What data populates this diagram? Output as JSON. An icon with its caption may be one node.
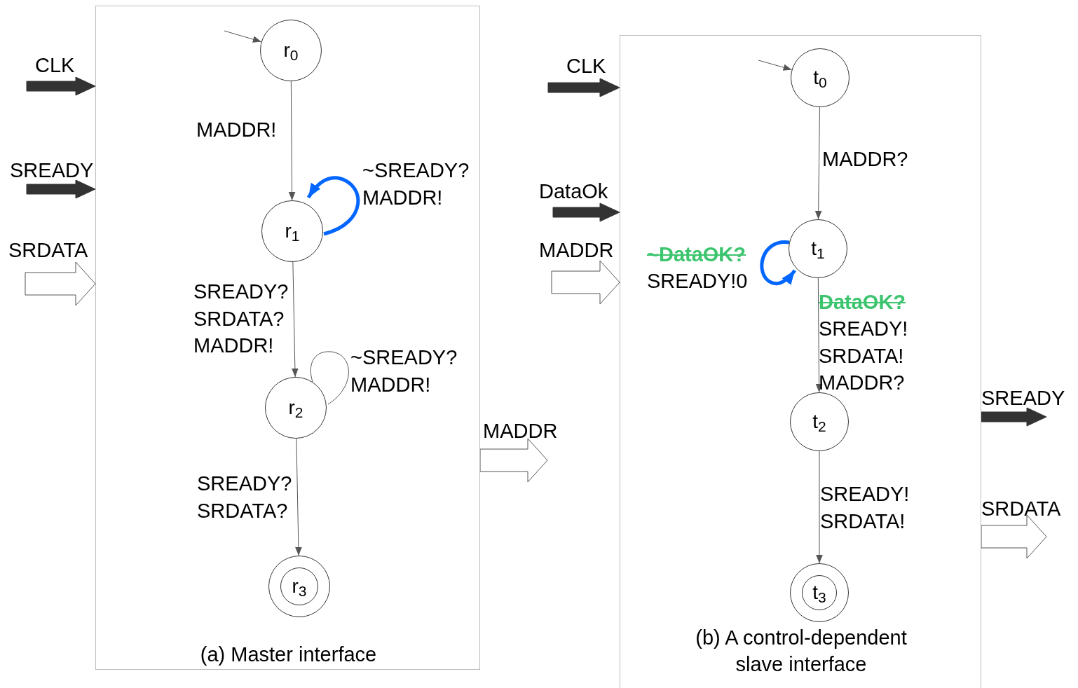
{
  "diagram": {
    "nodes": [
      {
        "text": [
          "(a) Master interface"
        ]
      },
      {
        "text": [
          "r$_{0}$"
        ],
        "in": 0
      },
      {
        "text": [
          "r$_{1}$"
        ],
        "in": 0
      },
      {
        "text": [
          "r$_{2}$"
        ],
        "in": 0
      },
      {
        "text": [
          "r$_{3}$"
        ],
        "in": 0
      },
      {
        "text": [
          "(b) A control-dependent slave interface"
        ]
      },
      {
        "text": [
          "t$_{0}$"
        ],
        "in": 5
      },
      {
        "text": [
          "t$_{1}$"
        ],
        "in": 5
      },
      {
        "text": [
          "t$_{2}$"
        ],
        "in": 5
      },
      {
        "text": [
          "t$_{3}$"
        ],
        "in": 5
      }
    ],
    "edges": [
      {
        "from": null,
        "to": 1,
        "arrow": "to"
      },
      {
        "from": 1,
        "to": 2,
        "arrow": "to",
        "label": "MADDR!"
      },
      {
        "from": 2,
        "to": 2,
        "arrow": "to",
        "label": "~SREADY? MADDR!",
        "style": "thick",
        "color": "#0066ff"
      },
      {
        "from": 2,
        "to": 3,
        "arrow": "to",
        "label": "SREADY? SRDATA? MADDR!"
      },
      {
        "from": 3,
        "to": 3,
        "arrow": "none",
        "label": "~SREADY? MADDR!"
      },
      {
        "from": 3,
        "to": 4,
        "arrow": "to",
        "label": "SREADY? SRDATA?"
      },
      {
        "from": null,
        "to": 0,
        "arrow": "to",
        "label": "CLK",
        "style": "thick"
      },
      {
        "from": null,
        "to": 0,
        "arrow": "to",
        "label": "SREADY",
        "style": "thick"
      },
      {
        "from": null,
        "to": 0,
        "arrow": "to",
        "label": "SRDATA"
      },
      {
        "from": 0,
        "to": null,
        "arrow": "to",
        "label": "MADDR"
      },
      {
        "from": null,
        "to": 6,
        "arrow": "to"
      },
      {
        "from": 6,
        "to": 7,
        "arrow": "to",
        "label": "MADDR?"
      },
      {
        "from": 7,
        "to": 7,
        "arrow": "to",
        "label": "SREADY!0",
        "style": "thick",
        "color": "#0066ff"
      },
      {
        "from": null,
        "to": 5,
        "arrow": "to",
        "label": "CLK",
        "style": "thick"
      },
      {
        "from": null,
        "to": 5,
        "arrow": "to",
        "label": "DataOk",
        "style": "thick"
      },
      {
        "from": null,
        "to": 5,
        "arrow": "to",
        "label": "MADDR"
      },
      {
        "from": 7,
        "to": 8,
        "arrow": "to",
        "label": "SREADY! SRDATA! MADDR?"
      },
      {
        "from": 8,
        "to": 9,
        "arrow": "to",
        "label": "SREADY! SRDATA!"
      },
      {
        "from": 5,
        "to": null,
        "arrow": "to",
        "label": "SREADY",
        "style": "thick"
      },
      {
        "from": 5,
        "to": null,
        "arrow": "to",
        "label": "SRDATA"
      }
    ],
    "labels": [
      "~DataOK?",
      "DataOK?"
    ]
  }
}
